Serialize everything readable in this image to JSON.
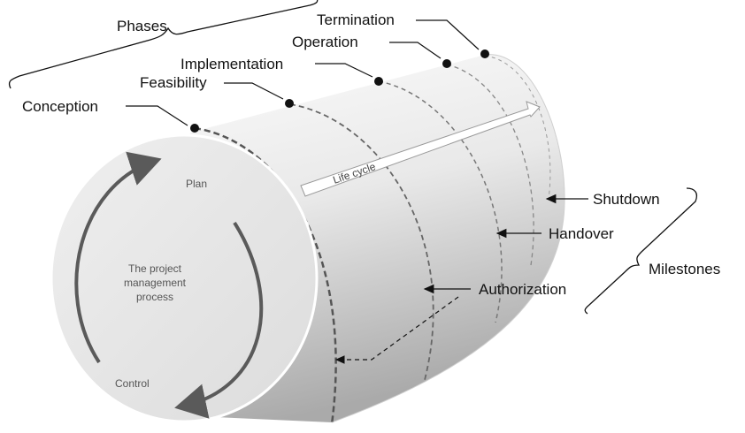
{
  "phases": {
    "heading": "Phases",
    "items": [
      "Conception",
      "Feasibility",
      "Implementation",
      "Operation",
      "Termination"
    ]
  },
  "milestones": {
    "heading": "Milestones",
    "items": [
      "Shutdown",
      "Handover",
      "Authorization"
    ]
  },
  "cylinder_face": {
    "plan": "Plan",
    "control": "Control",
    "process_lines": [
      "The project",
      "management",
      "process"
    ]
  },
  "life_cycle_arrow": "Life cycle",
  "colors": {
    "label": "#111111",
    "cylinder_light": "#f4f4f4",
    "cylinder_dark": "#b9b9b9",
    "face_gray": "#e6e6e6",
    "arrow_gray": "#5a5a5a"
  }
}
